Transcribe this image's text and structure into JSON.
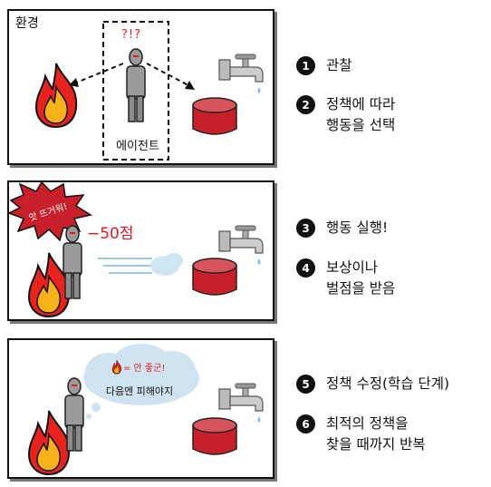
{
  "panels": {
    "environment_label": "환경",
    "agent_label": "에이전트",
    "confusion_marks": "?!?",
    "hot_exclamation": "앗 뜨거워!",
    "penalty": "−50점",
    "thought_top": "= 안 좋군!",
    "thought_text": "다음엔 피해야지"
  },
  "steps": [
    {
      "num": "1",
      "text": "관찰"
    },
    {
      "num": "2",
      "text": "정책에 따라\n행동을 선택"
    },
    {
      "num": "3",
      "text": "행동 실행!"
    },
    {
      "num": "4",
      "text": "보상이나\n벌점을 받음"
    },
    {
      "num": "5",
      "text": "정책 수정(학습 단계)"
    },
    {
      "num": "6",
      "text": "최적의 정책을\n찾을 때까지 반복"
    }
  ],
  "icons": [
    "fire-icon",
    "robot-agent-icon",
    "water-tap-icon",
    "bucket-icon",
    "steam-cloud-icon",
    "thought-bubble-icon",
    "starburst-icon"
  ],
  "colors": {
    "fire_outer": "#e8231e",
    "fire_inner": "#f7b21a",
    "bucket": "#c8202b",
    "penalty": "#e01a1a"
  }
}
